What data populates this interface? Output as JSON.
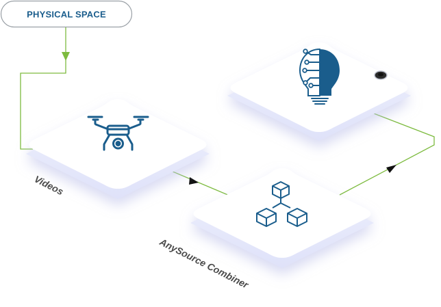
{
  "start_node": {
    "label": "PHYSICAL SPACE"
  },
  "nodes": [
    {
      "id": "videos",
      "label": "Videos",
      "icon": "drone-icon"
    },
    {
      "id": "combiner",
      "label": "AnySource Combiner",
      "icon": "cubes-icon"
    },
    {
      "id": "insight",
      "label": "",
      "icon": "ai-lightbulb-icon"
    }
  ],
  "colors": {
    "connector": "#7dbb3f",
    "icon": "#1a5d8c",
    "pill_text": "#1a5d8c",
    "pill_border": "#9aa0a6",
    "tile_top": "#ffffff",
    "tile_side": "#e7e9fb",
    "label": "#4a4a4a"
  }
}
